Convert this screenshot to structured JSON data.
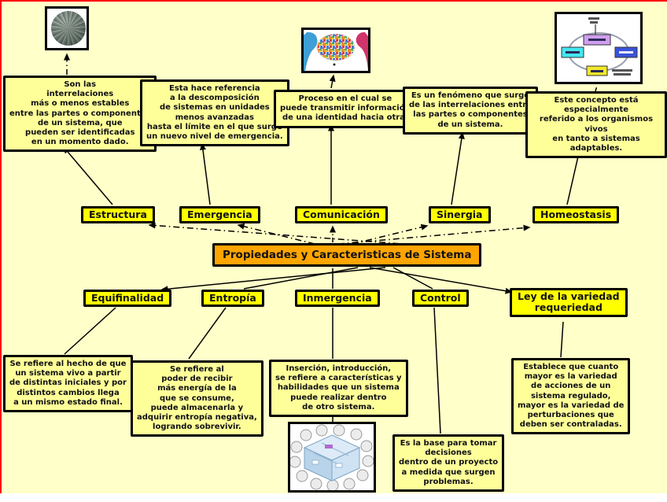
{
  "title": "Propiedades y Caracteristicas de Sistema",
  "colors": {
    "background": "#FFFFC9",
    "description_box": "#FFFF99",
    "concept_box": "#FFFF00",
    "center_box": "#FFA500",
    "border": "#000000",
    "edge_line": "#FF0000"
  },
  "center": {
    "label": "Propiedades y Caracteristicas de Sistema"
  },
  "concepts": {
    "estructura": {
      "label": "Estructura",
      "desc": "Son las\ninterrelaciones\nmás o menos estables\nentre las partes o componentes\nde un sistema, que\npueden ser identificadas\nen un momento dado."
    },
    "emergencia": {
      "label": "Emergencia",
      "desc": "Esta hace referencia\na la descomposición\nde sistemas en unidades\nmenos avanzadas\nhasta el límite en el que surge\nun nuevo nivel de emergencia."
    },
    "comunicacion": {
      "label": "Comunicación",
      "desc": "Proceso en el cual se\npuede transmitir información\nde una identidad hacia otra."
    },
    "sinergia": {
      "label": "Sinergia",
      "desc": "Es un fenómeno que surge\nde las interrelaciones entre\nlas partes o componentes\nde un sistema."
    },
    "homeostasis": {
      "label": "Homeostasis",
      "desc": "Este concepto está especialmente\nreferido a los organismos vivos\nen tanto a sistemas adaptables."
    },
    "equifinalidad": {
      "label": "Equifinalidad",
      "desc": "Se refiere al hecho de que\nun sistema vivo a partir\nde distintas iniciales y por\ndistintos cambios llega\na un mismo estado final."
    },
    "entropia": {
      "label": "Entropía",
      "desc": "Se refiere al\npoder de recibir\nmás energía de la\nque se consume,\npuede almacenarla y\nadquirir entropía negativa,\nlogrando sobrevivir."
    },
    "inmergencia": {
      "label": "Inmergencia",
      "desc": "Inserción, introducción,\nse refiere a características y\nhabilidades que un sistema\npuede realizar dentro\nde otro sistema."
    },
    "control": {
      "label": "Control",
      "desc": "Es la base para tomar\ndecisiones\ndentro de un proyecto\na medida que surgen\nproblemas."
    },
    "ley": {
      "label": "Ley de la variedad\nrequeriedad",
      "desc": "Establece que cuanto\nmayor es la variedad\nde acciones de un\nsistema regulado,\nmayor es la variedad de\nperturbaciones que\ndeben ser contraladas."
    }
  },
  "images": {
    "sphere": "textured-sphere-image",
    "communication": "speech-bubble-collage-image",
    "homeostasis": "feedback-cycle-diagram-image",
    "inmergencia": "smart-home-cutaway-image"
  }
}
